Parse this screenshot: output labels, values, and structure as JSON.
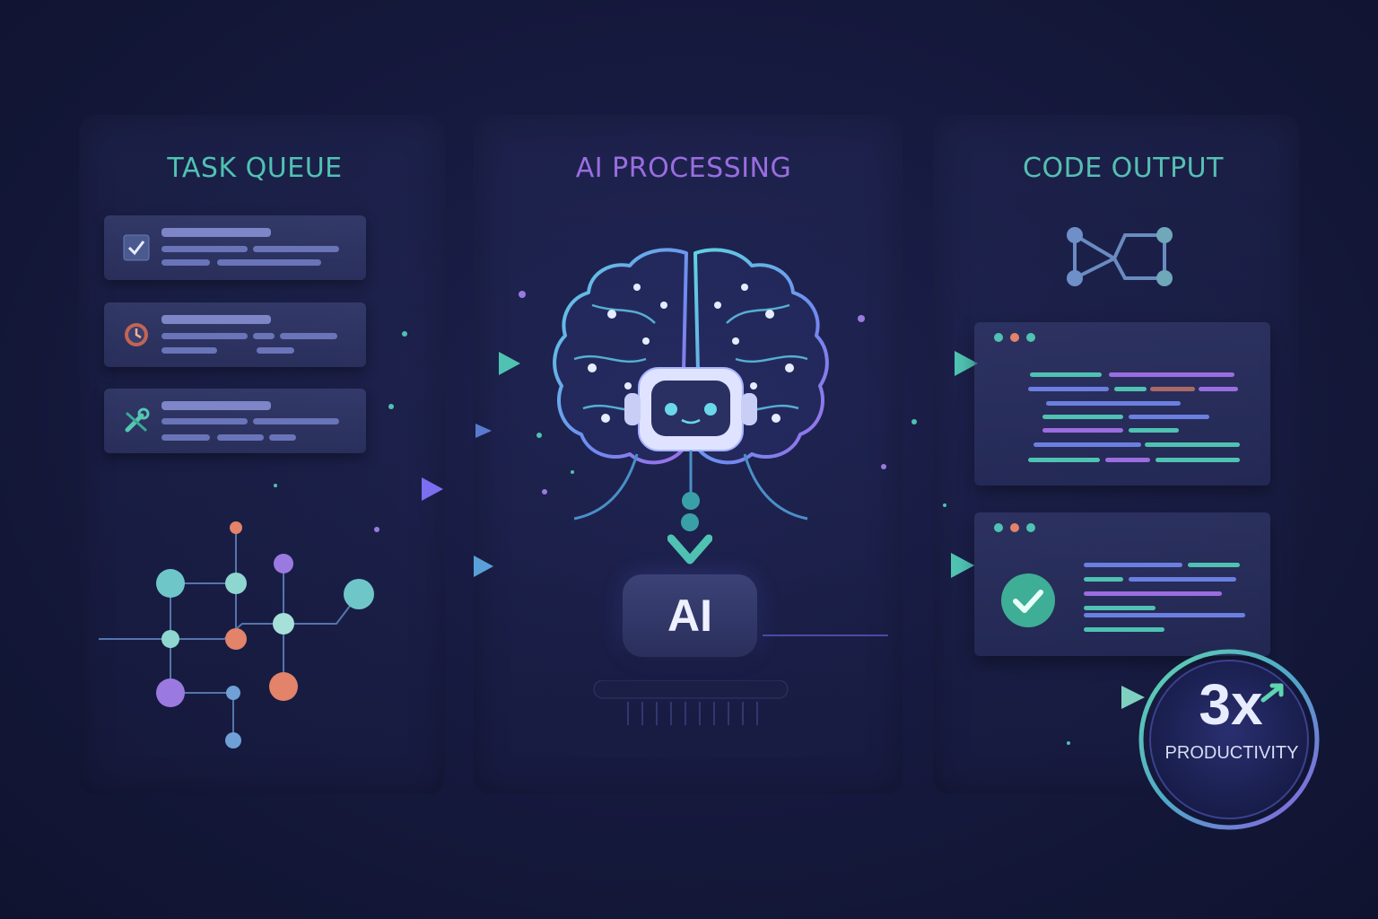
{
  "panels": {
    "left": {
      "title": "TASK QUEUE"
    },
    "middle": {
      "title": "AI PROCESSING"
    },
    "right": {
      "title": "CODE OUTPUT"
    }
  },
  "tasks": [
    {
      "icon": "checkbox-icon",
      "status": "done"
    },
    {
      "icon": "clock-icon",
      "status": "pending"
    },
    {
      "icon": "tools-icon",
      "status": "in-progress"
    }
  ],
  "center": {
    "icon": "brain-circuit-icon",
    "robot": "robot-face-icon",
    "badge": "AI"
  },
  "output": {
    "icon": "workflow-graph-icon",
    "windows": [
      {
        "name": "code-editor"
      },
      {
        "name": "code-review",
        "status_icon": "check-circle-icon"
      }
    ]
  },
  "productivity": {
    "value": "3x",
    "label": "PRODUCTIVITY"
  },
  "colors": {
    "teal": "#4fc2b2",
    "purple": "#9a6de0",
    "orange": "#e2836a",
    "blue": "#6b7fe0"
  }
}
